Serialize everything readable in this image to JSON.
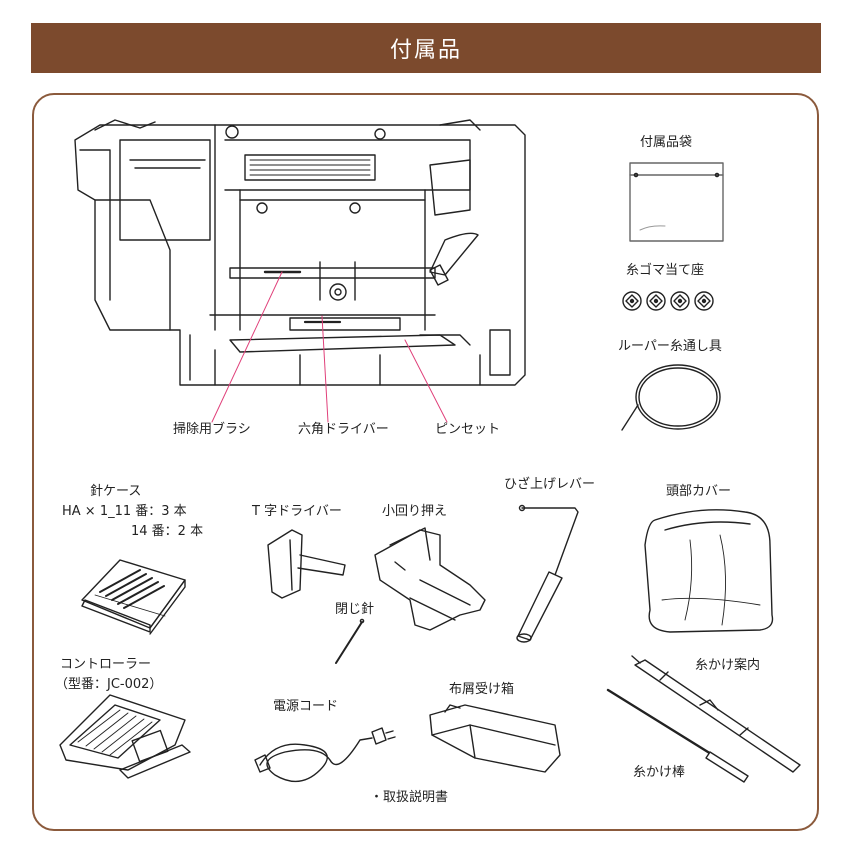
{
  "header": {
    "title": "付属品"
  },
  "items": {
    "accessory_bag": "付属品袋",
    "spool_cap": "糸ゴマ当て座",
    "looper_threader": "ルーパー糸通し具",
    "brush": "掃除用ブラシ",
    "hex_driver": "六角ドライバー",
    "tweezers": "ピンセット",
    "needle_case": "針ケース",
    "needle_spec_1": "HA × 1_11 番：3 本",
    "needle_spec_2": "14 番：2 本",
    "t_driver": "T 字ドライバー",
    "small_foot": "小回り押え",
    "knee_lever": "ひざ上げレバー",
    "head_cover": "頭部カバー",
    "closing_needle": "閉じ針",
    "controller": "コントローラー",
    "controller_model": "（型番：JC-002）",
    "power_cord": "電源コード",
    "waste_box": "布屑受け箱",
    "thread_guide": "糸かけ案内",
    "thread_rod": "糸かけ棒",
    "manual": "・取扱説明書"
  }
}
